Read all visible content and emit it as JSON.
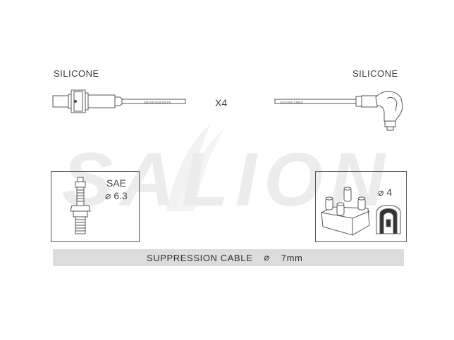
{
  "watermark": {
    "text": "SALION"
  },
  "left_wire": {
    "label": "SILICONE",
    "sleeve_text": "SALION  SILICON PK"
  },
  "right_wire": {
    "label": "SILICONE",
    "sleeve_text": "SILICONE CABLE"
  },
  "quantity": "X4",
  "left_box": {
    "standard": "SAE",
    "size": "⌀ 6.3"
  },
  "right_box": {
    "size": "⌀ 4"
  },
  "footer": {
    "name": "SUPPRESSION CABLE",
    "diameter_symbol": "⌀",
    "diameter": "7mm"
  },
  "colors": {
    "line": "#555555",
    "band": "#dcdcdc",
    "watermark": "#ededed"
  }
}
